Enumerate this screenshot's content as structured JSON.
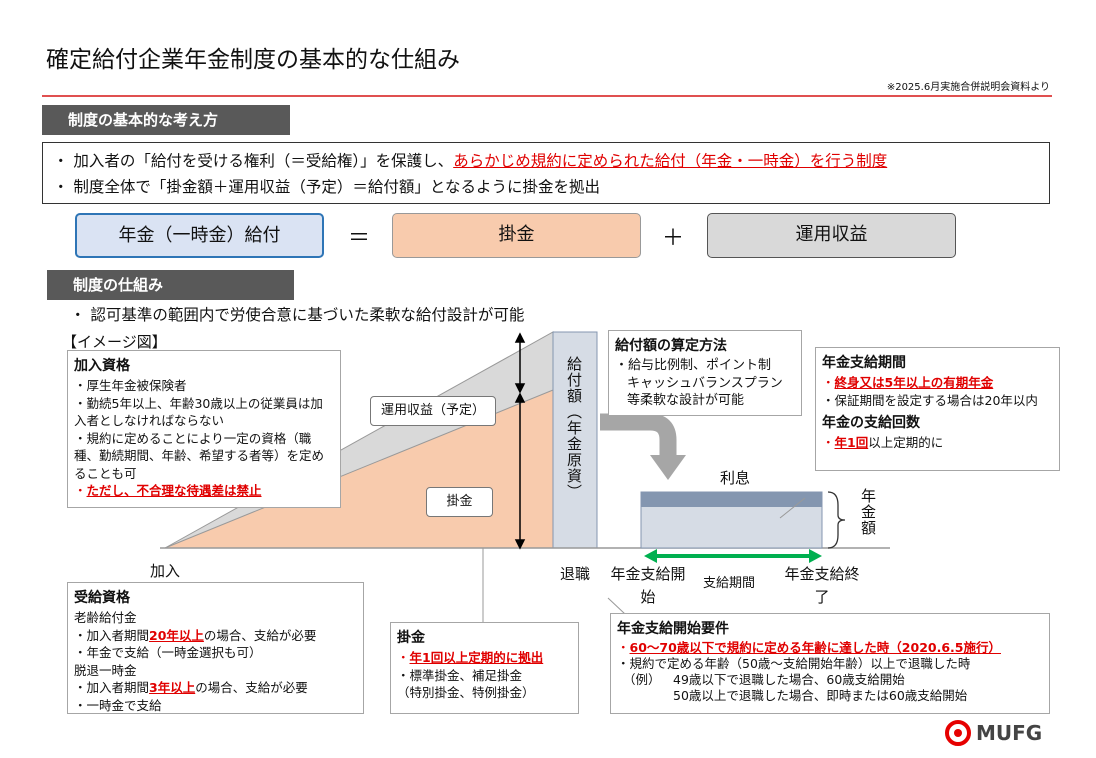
{
  "title": "確定給付企業年金制度の基本的な仕組み",
  "source_note": "※2025.6月実施合併説明会資料より",
  "section1": {
    "heading": "制度の基本的な考え方",
    "bullet1_prefix": "・ 加入者の「給付を受ける権利（＝受給権）」を保護し、",
    "bullet1_highlight": "あらかじめ規約に定められた給付（年金・一時金）を行う制度",
    "bullet2": "・ 制度全体で「掛金額＋運用収益（予定）＝給付額」となるように掛金を拠出"
  },
  "formula": {
    "benefit": "年金（一時金）給付",
    "equals": "＝",
    "contribution": "掛金",
    "plus": "＋",
    "returns": "運用収益"
  },
  "section2": {
    "heading": "制度の仕組み",
    "bullet": "・ 認可基準の範囲内で労使合意に基づいた柔軟な給付設計が可能",
    "image_label": "【イメージ図】"
  },
  "eligibility": {
    "title": "加入資格",
    "items": [
      "・厚生年金被保険者",
      "・勤続5年以上、年齢30歳以上の従業員は加入者としなければならない",
      "・規約に定めることにより一定の資格（職種、勤続期間、年齢、希望する者等）を定めることも可"
    ],
    "warning": "ただし、不合理な待遇差は禁止"
  },
  "diagram": {
    "investment_return": "運用収益（予定）",
    "contribution": "掛金",
    "benefit_amount": "給付額（年金原資）",
    "interest": "利息",
    "pension_amount": "年金額",
    "join": "加入",
    "retire": "退職",
    "pension_start": "年金支給開始",
    "payment_period": "支給期間",
    "pension_end": "年金支給終了"
  },
  "calc_method": {
    "title": "給付額の算定方法",
    "lines": [
      "・給与比例制、ポイント制",
      "キャッシュバランスプラン",
      "等柔軟な設計が可能"
    ]
  },
  "payment_period": {
    "title": "年金支給期間",
    "item1": "終身又は5年以上の有期年金",
    "item2": "・保証期間を設定する場合は20年以内",
    "freq_title": "年金の支給回数",
    "freq_highlight": "年1回",
    "freq_rest": "以上定期的に"
  },
  "benefit_eligibility": {
    "title": "受給資格",
    "old_age": "老齢給付金",
    "l1_pre": "・加入者期間",
    "l1_hl": "20年以上",
    "l1_post": "の場合、支給が必要",
    "l2": "・年金で支給（一時金選択も可）",
    "withdrawal": "脱退一時金",
    "l3_pre": "・加入者期間",
    "l3_hl": "3年以上",
    "l3_post": "の場合、支給が必要",
    "l4": "・一時金で支給"
  },
  "contribution_box": {
    "title": "掛金",
    "hl": "年1回以上定期的に拠出",
    "l2": "・標準掛金、補足掛金",
    "l3": "（特別掛金、特例掛金）"
  },
  "start_req": {
    "title": "年金支給開始要件",
    "hl": "60～70歳以下で規約に定める年齢に達した時（2020.6.5施行）",
    "l2": "・規約で定める年齢（50歳～支給開始年齢）以上で退職した時",
    "ex_label": "（例）",
    "ex1": "49歳以下で退職した場合、60歳支給開始",
    "ex2": "50歳以上で退職した場合、即時または60歳支給開始"
  },
  "logo": "MUFG"
}
